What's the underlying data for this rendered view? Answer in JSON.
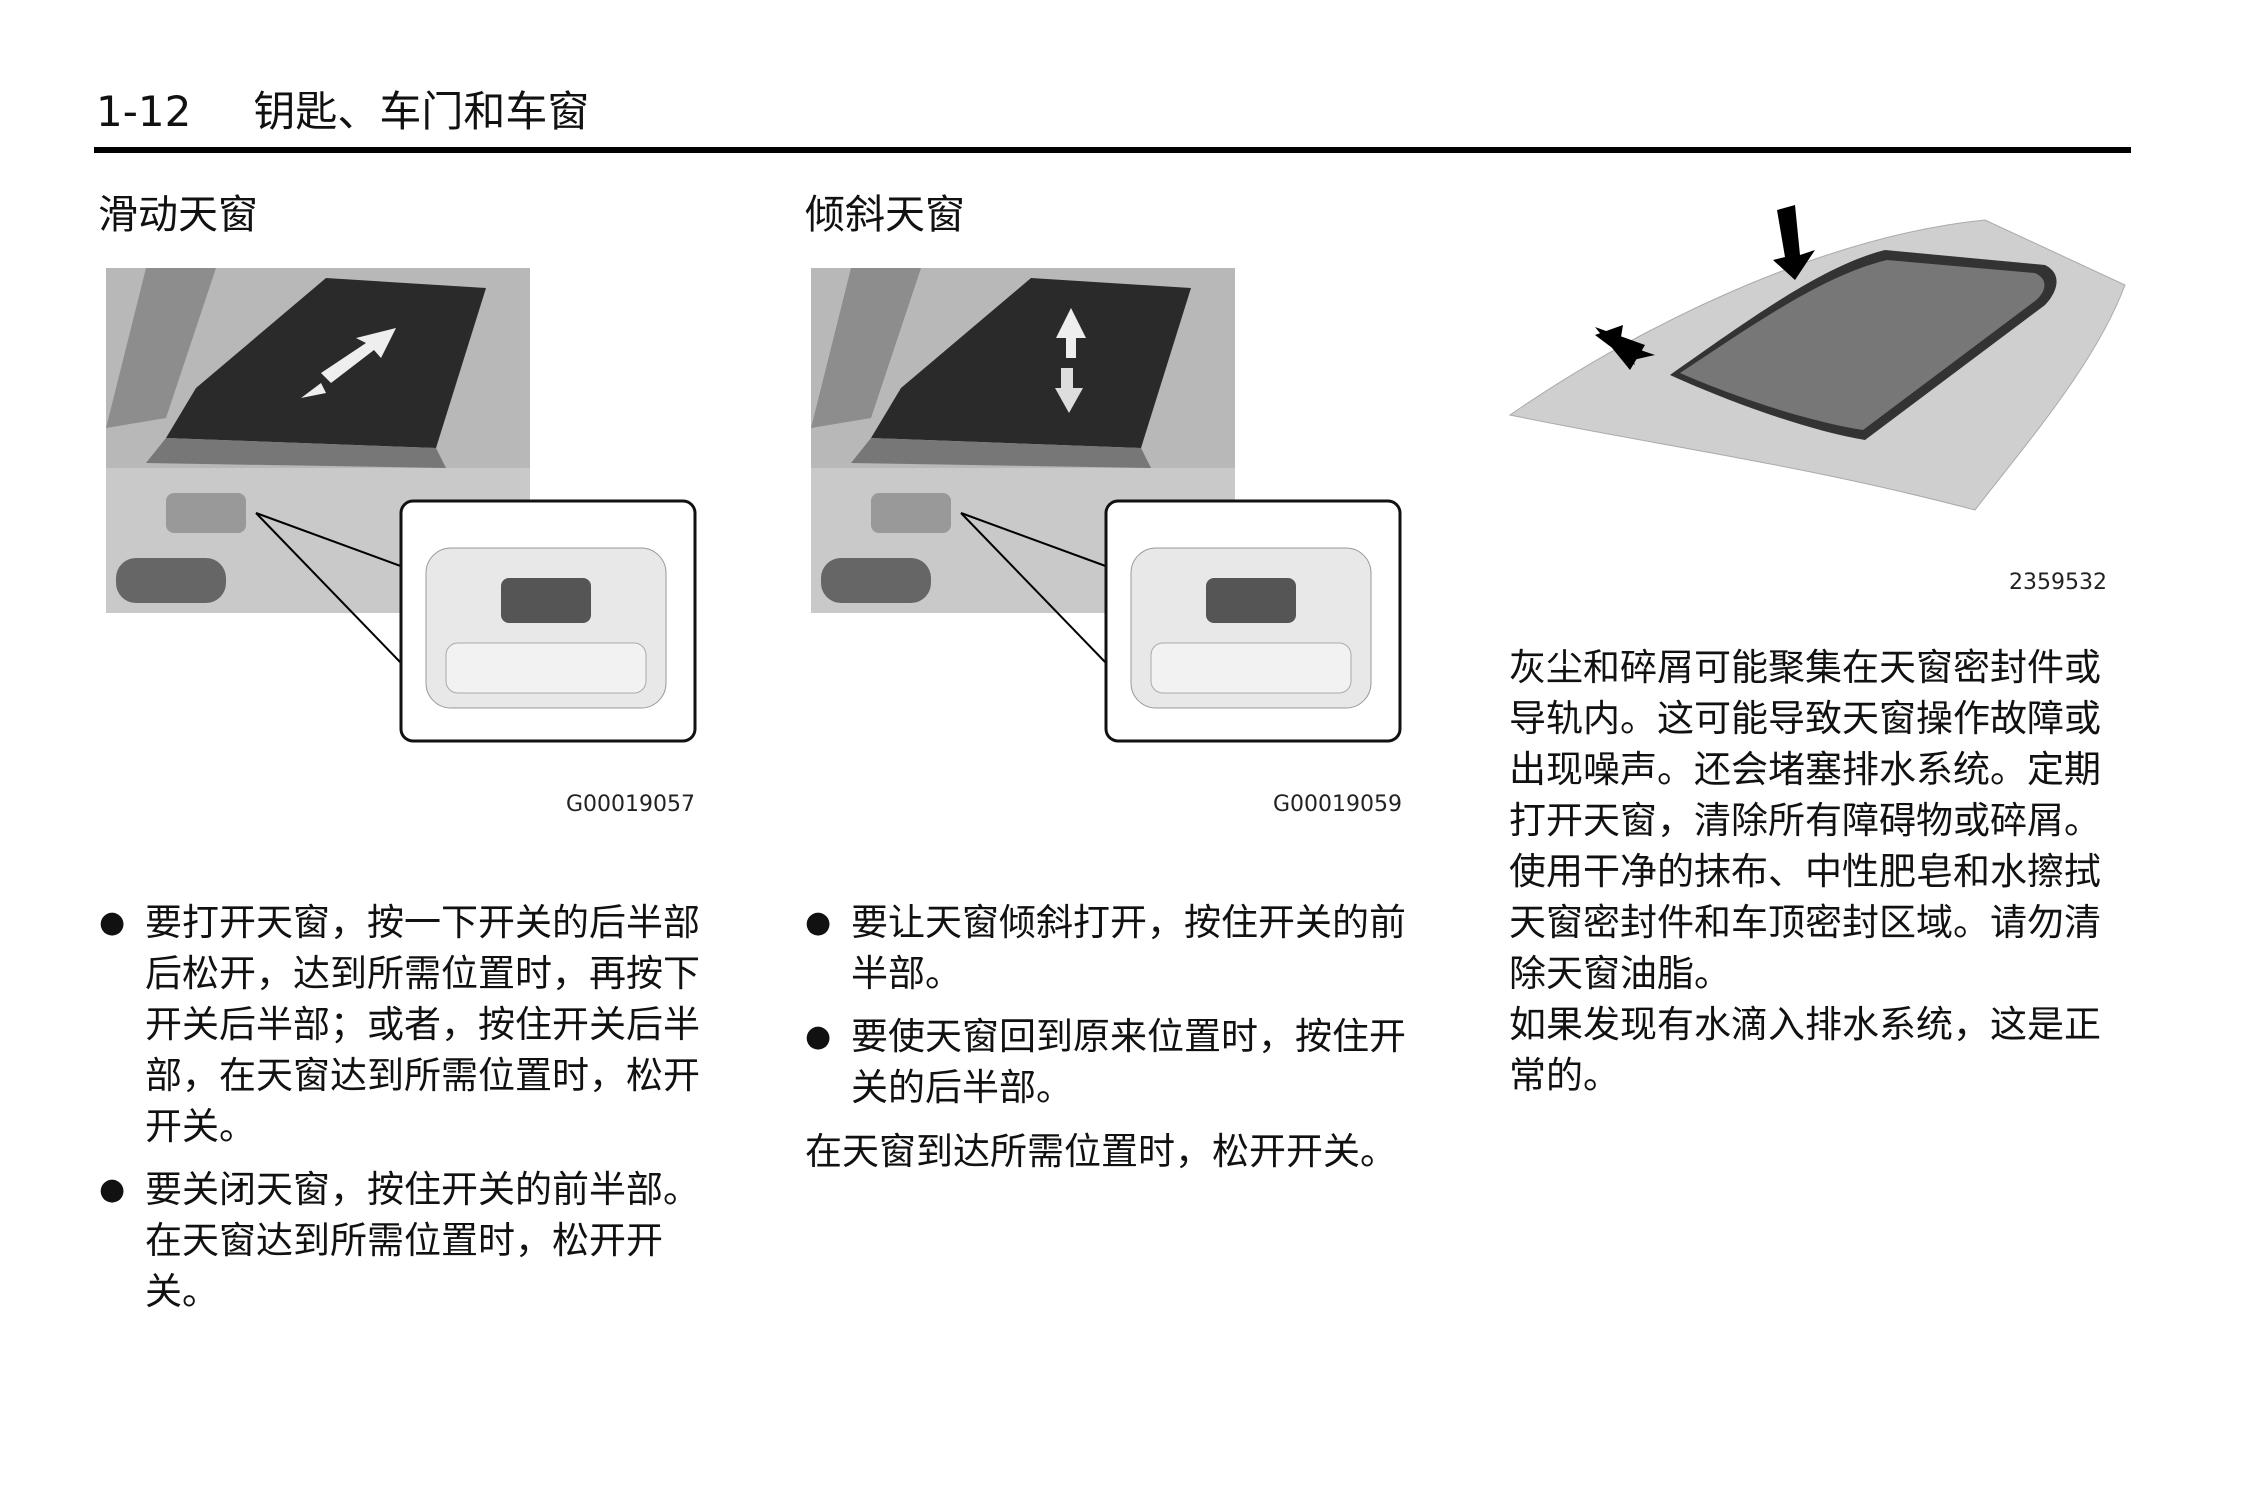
{
  "header": {
    "page_number": "1-12",
    "chapter_title": "钥匙、车门和车窗"
  },
  "sections": {
    "sliding": {
      "title": "滑动天窗",
      "figure_caption": "G00019057",
      "bullets": [
        "要打开天窗，按一下开关的后半部后松开，达到所需位置时，再按下开关后半部；或者，按住开关后半部，在天窗达到所需位置时，松开开关。",
        "要关闭天窗，按住开关的前半部。在天窗达到所需位置时，松开开关。"
      ]
    },
    "tilt": {
      "title": "倾斜天窗",
      "figure_caption": "G00019059",
      "bullets": [
        "要让天窗倾斜打开，按住开关的前半部。",
        "要使天窗回到原来位置时，按住开关的后半部。"
      ],
      "note": "在天窗到达所需位置时，松开开关。"
    },
    "maintenance": {
      "figure_caption": "2359532",
      "paragraphs": [
        "灰尘和碎屑可能聚集在天窗密封件或导轨内。这可能导致天窗操作故障或出现噪声。还会堵塞排水系统。定期打开天窗，清除所有障碍物或碎屑。使用干净的抹布、中性肥皂和水擦拭天窗密封件和车顶密封区域。请勿清除天窗油脂。",
        "如果发现有水滴入排水系统，这是正常的。"
      ]
    }
  }
}
